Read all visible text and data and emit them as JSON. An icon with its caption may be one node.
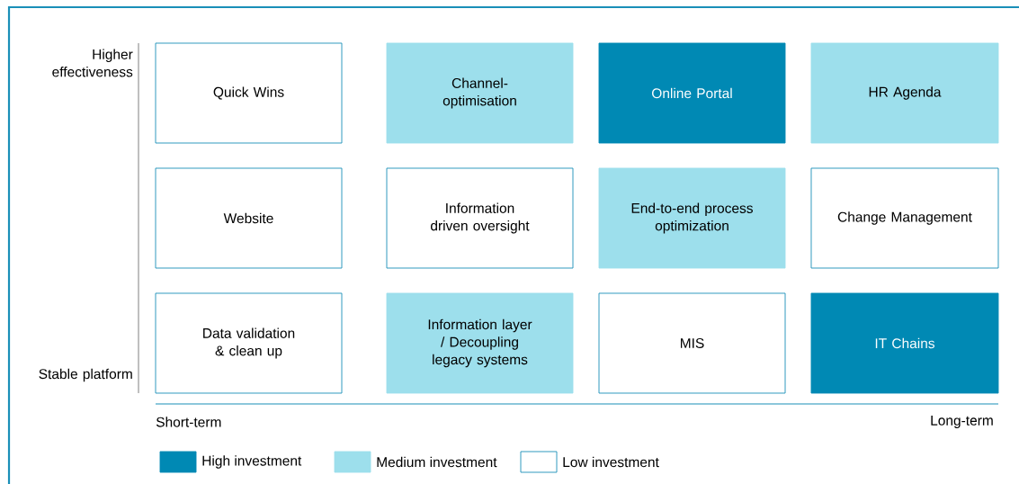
{
  "diagram": {
    "nodes": [
      {
        "text": [
          "Quick Wins"
        ]
      },
      {
        "text": [
          "Channel- optimisation"
        ]
      },
      {
        "text": [
          "Online Portal"
        ]
      },
      {
        "text": [
          "HR Agenda"
        ]
      },
      {
        "text": [
          "Website"
        ]
      },
      {
        "text": [
          "Information driven oversight"
        ]
      },
      {
        "text": [
          "End-to-end process optimization"
        ]
      },
      {
        "text": [
          "Change Management"
        ]
      },
      {
        "text": [
          "Data validation & clean up"
        ]
      },
      {
        "text": [
          "Information layer / Decoupling legacy systems"
        ]
      },
      {
        "text": [
          "MIS"
        ]
      },
      {
        "text": [
          "IT Chains"
        ]
      }
    ],
    "labels": [
      "Higher effectiveness",
      "Stable platform",
      "Short-term",
      "Long-term"
    ],
    "legend": [
      {
        "text": "High investment",
        "color": "#0089b4"
      },
      {
        "text": "Medium investment",
        "color": "#9ddfec"
      },
      {
        "text": "Low investment"
      }
    ]
  }
}
